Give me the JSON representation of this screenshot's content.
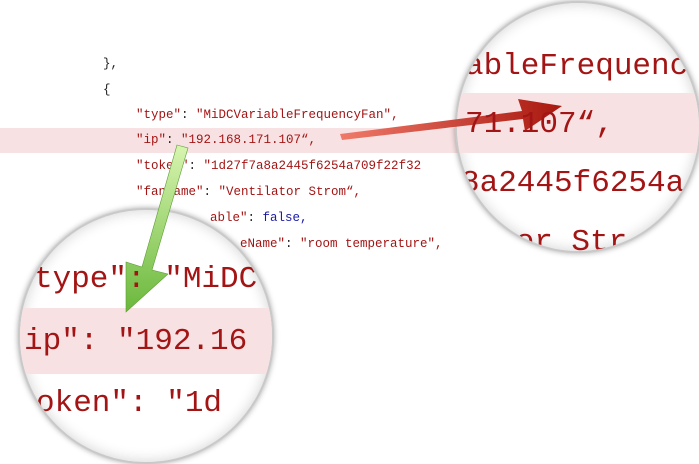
{
  "code": {
    "close_brace": "},",
    "open_brace": "{",
    "lines": [
      {
        "key": "\"type\"",
        "value": "\"MiDCVariableFrequencyFan\","
      },
      {
        "key": "\"ip\"",
        "value": "\"192.168.171.107“,"
      },
      {
        "key": "\"token\"",
        "value": "\"1d27f7a8a2445f6254a709f22f32"
      },
      {
        "key": "\"fanName\"",
        "value": "\"Ventilator Strom“,"
      },
      {
        "key": "able\"",
        "value": "false,"
      },
      {
        "key": "eName\"",
        "value": "\"room temperature\","
      }
    ],
    "colon": ": "
  },
  "magnifier_right": {
    "line1": "ableFrequenc",
    "line2": "71.107“,",
    "line3": "8a2445f6254a",
    "line4": "tor Str"
  },
  "magnifier_left": {
    "line1": "type\": \"MiDC",
    "line2": "ip\": \"192.16",
    "line3": "oken\": \"1d"
  },
  "colors": {
    "highlight": "#f7e1e2",
    "string": "#a31515",
    "keyword": "#1a1aa6",
    "arrow_red": "#c0281c",
    "arrow_green": "#7cc24a"
  }
}
